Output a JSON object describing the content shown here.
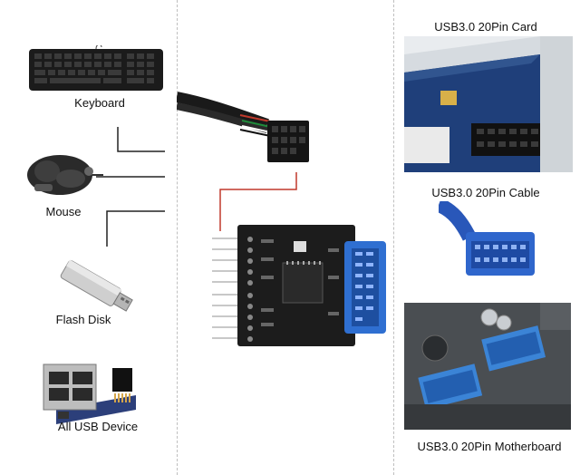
{
  "left_panel": {
    "devices": [
      {
        "label": "Keyboard",
        "icon": "keyboard-icon"
      },
      {
        "label": "Mouse",
        "icon": "mouse-icon"
      },
      {
        "label": "Flash Disk",
        "icon": "flash-disk-icon"
      },
      {
        "label": "All USB Device",
        "icon": "usb-device-icon"
      }
    ]
  },
  "right_panel": {
    "items": [
      {
        "label": "USB3.0 20Pin Card",
        "icon": "pci-card-icon"
      },
      {
        "label": "USB3.0 20Pin Cable",
        "icon": "usb-cable-connector-icon"
      },
      {
        "label": "USB3.0 20Pin Motherboard",
        "icon": "motherboard-icon"
      }
    ]
  },
  "center": {
    "cable_icon": "usb2-header-cable-icon",
    "adapter_icon": "usb-adapter-board-icon"
  },
  "colors": {
    "adapter_blue": "#2f6fd1",
    "pcb_black": "#1c1c1c",
    "red_line": "#c0392b",
    "connector_line": "#222222"
  }
}
